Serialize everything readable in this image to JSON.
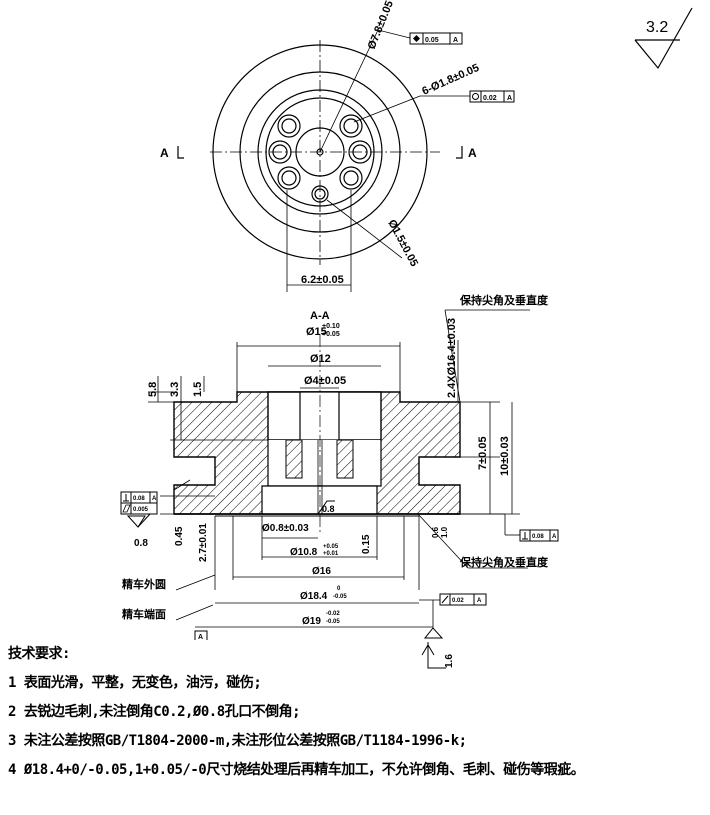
{
  "roughness": "3.2",
  "top_view": {
    "section_left": "A",
    "section_right": "A",
    "dim_center_hole": "Ø7.8±0.05",
    "fcf_center_hole": "0.05",
    "fcf_center_ref": "A",
    "dim_six_holes": "6-Ø1.8±0.05",
    "fcf_six_holes": "0.02",
    "fcf_six_ref": "A",
    "dim_small_hole": "Ø1.5±0.05",
    "dim_spacing": "6.2±0.05"
  },
  "section_view": {
    "title": "A-A",
    "dim_15": "Ø15",
    "dim_15_tol_upper": "+0.10",
    "dim_15_tol_lower": "+0.05",
    "dim_12": "Ø12",
    "dim_4": "Ø4±0.05",
    "dim_58": "5.8",
    "dim_33": "3.3",
    "dim_15h": "1.5",
    "dim_24": "2.4XØ16.4±0.03",
    "note_keep_top": "保持尖角及垂直度",
    "dim_7": "7±0.05",
    "dim_10": "10±0.03",
    "fcf_perp_left": "0.08",
    "fcf_perp_left_ref": "A",
    "fcf_flat_left": "0.005",
    "rough_08_left": "0.8",
    "dim_045": "0.45",
    "dim_27": "2.7±0.01",
    "rough_08_mid": "0.8",
    "dim_08_hole": "Ø0.8±0.03",
    "dim_108": "Ø10.8",
    "dim_108_tol_upper": "+0.05",
    "dim_108_tol_lower": "+0.01",
    "dim_015": "0.15",
    "dim_06": "0.6",
    "dim_10v": "1.0",
    "fcf_perp_right": "0.08",
    "fcf_perp_right_ref": "A",
    "note_keep_bottom": "保持尖角及垂直度",
    "dim_16": "Ø16",
    "dim_184": "Ø18.4",
    "dim_184_tol_upper": "0",
    "dim_184_tol_lower": "-0.05",
    "fcf_runout": "0.02",
    "fcf_runout_ref": "A",
    "label_outer_circle": "精车外圆",
    "label_end_face": "精车端面",
    "dim_19": "Ø19",
    "dim_19_tol_upper": "-0.02",
    "dim_19_tol_lower": "-0.05",
    "datum_a": "A",
    "rough_16": "1.6"
  },
  "notes": {
    "title": "技术要求:",
    "items": [
      "1 表面光滑，平整，无变色，油污，碰伤;",
      "2 去锐边毛刺,未注倒角C0.2,Ø0.8孔口不倒角;",
      "3 未注公差按照GB/T1804-2000-m,未注形位公差按照GB/T1184-1996-k;",
      "4 Ø18.4+0/-0.05,1+0.05/-0尺寸烧结处理后再精车加工，不允许倒角、毛刺、碰伤等瑕疵。"
    ]
  }
}
